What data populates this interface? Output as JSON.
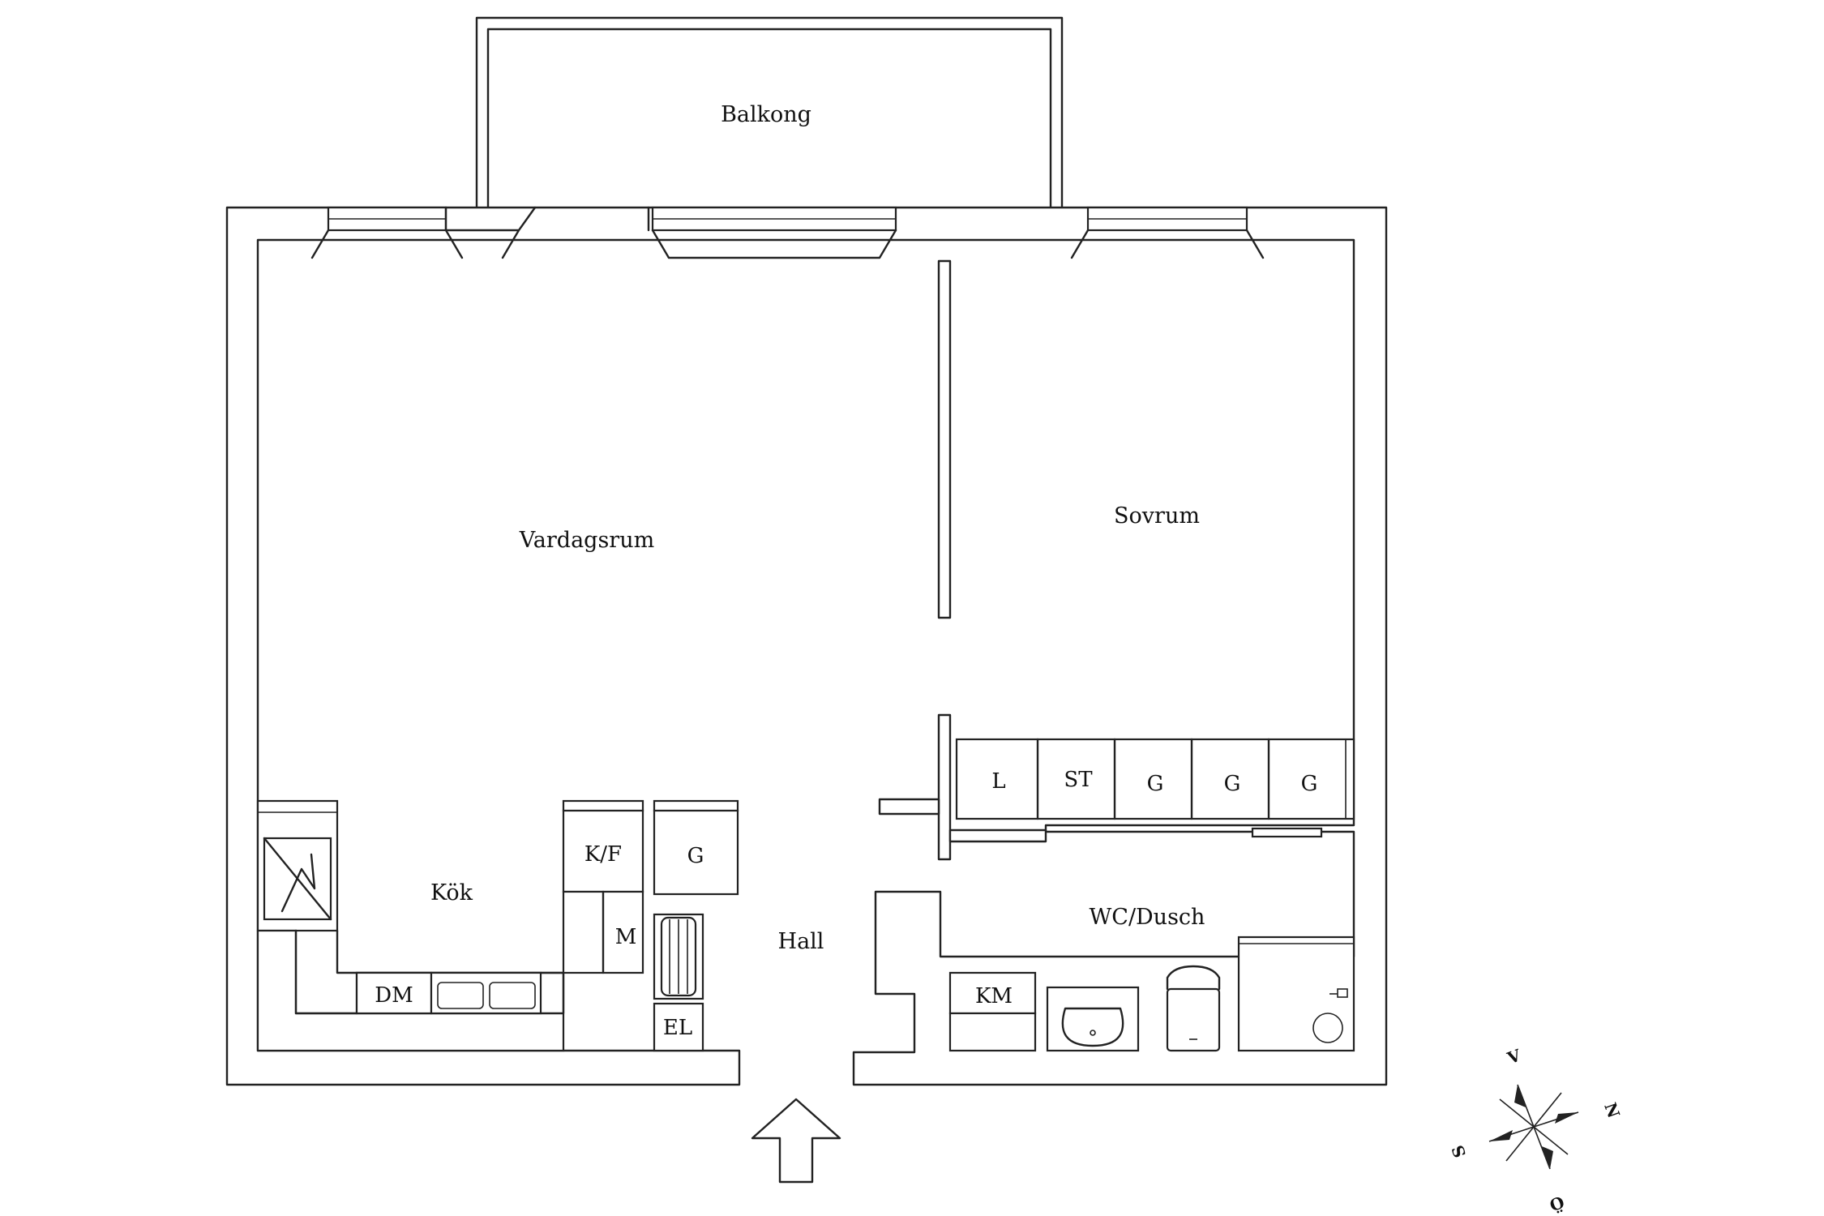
{
  "rooms": {
    "balkong": "Balkong",
    "vardagsrum": "Vardagsrum",
    "sovrum": "Sovrum",
    "kok": "Kök",
    "hall": "Hall",
    "wc": "WC/Dusch"
  },
  "fixtures": {
    "linen": "L",
    "st": "ST",
    "g1": "G",
    "g2": "G",
    "g3": "G",
    "kf": "K/F",
    "m": "M",
    "g_hall": "G",
    "dm": "DM",
    "el": "EL",
    "km": "KM"
  },
  "compass": {
    "n": "N",
    "s": "S",
    "v": "V",
    "o": "Ö"
  }
}
